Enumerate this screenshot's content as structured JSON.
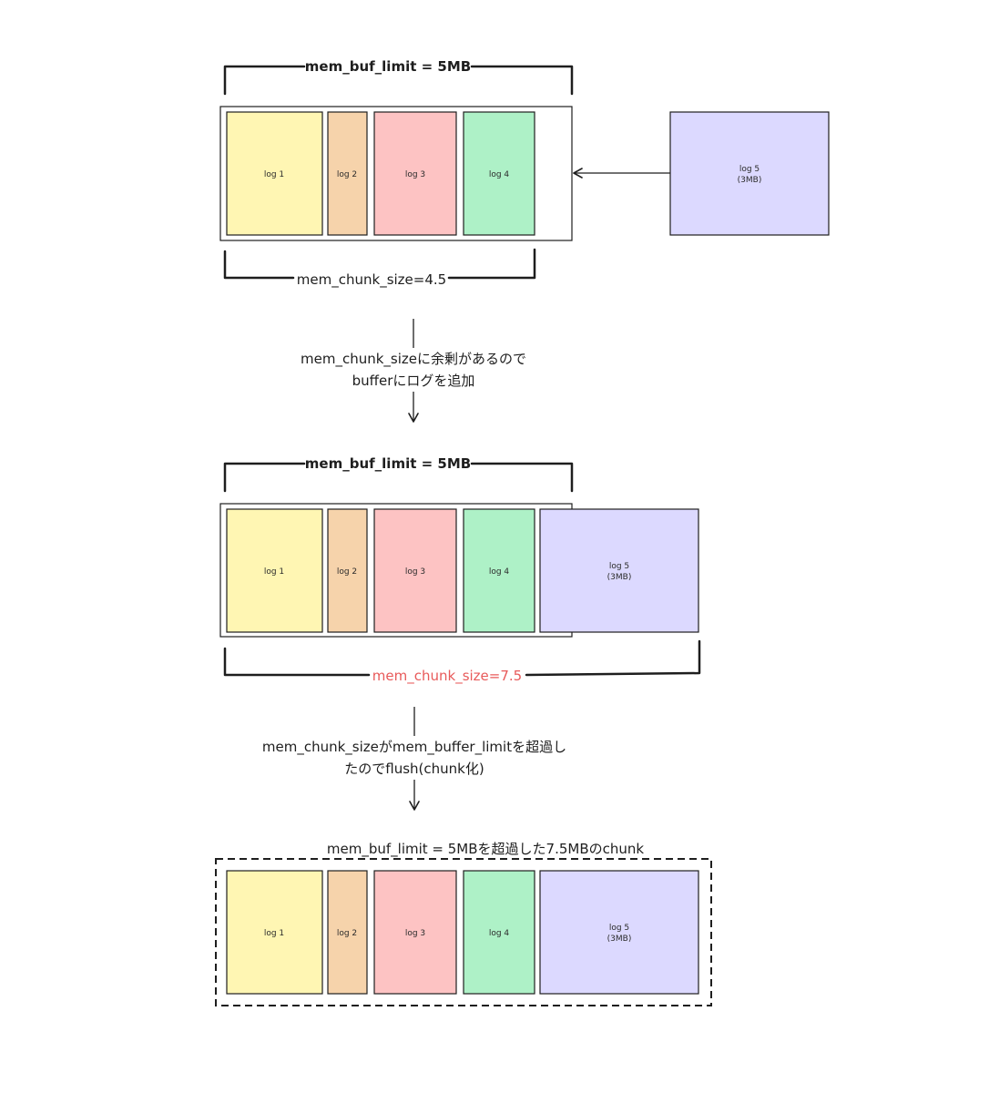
{
  "colors": {
    "log1": "#fff6b3",
    "log2": "#f6d3ab",
    "log3": "#fdc3c3",
    "log4": "#aef1c7",
    "log5": "#dcd9ff",
    "highlight": "#e85a5a",
    "stroke": "#1e1e1e"
  },
  "stage1": {
    "buf_limit_label": "mem_buf_limit = 5MB",
    "logs": {
      "log1": "log 1",
      "log2": "log 2",
      "log3": "log 3",
      "log4": "log 4"
    },
    "incoming": {
      "name": "log 5",
      "size": "(3MB)"
    },
    "chunk_size_label": "mem_chunk_size=4.5"
  },
  "transition1": {
    "line1": "mem_chunk_sizeに余剰があるので",
    "line2": "bufferにログを追加"
  },
  "stage2": {
    "buf_limit_label": "mem_buf_limit = 5MB",
    "logs": {
      "log1": "log 1",
      "log2": "log 2",
      "log3": "log 3",
      "log4": "log 4",
      "log5_name": "log 5",
      "log5_size": "(3MB)"
    },
    "chunk_size_label": "mem_chunk_size=7.5"
  },
  "transition2": {
    "line1": "mem_chunk_sizeがmem_buffer_limitを超過し",
    "line2": "たのでflush(chunk化)"
  },
  "stage3": {
    "chunk_label": "mem_buf_limit = 5MBを超過した7.5MBのchunk",
    "logs": {
      "log1": "log 1",
      "log2": "log 2",
      "log3": "log 3",
      "log4": "log 4",
      "log5_name": "log 5",
      "log5_size": "(3MB)"
    }
  }
}
